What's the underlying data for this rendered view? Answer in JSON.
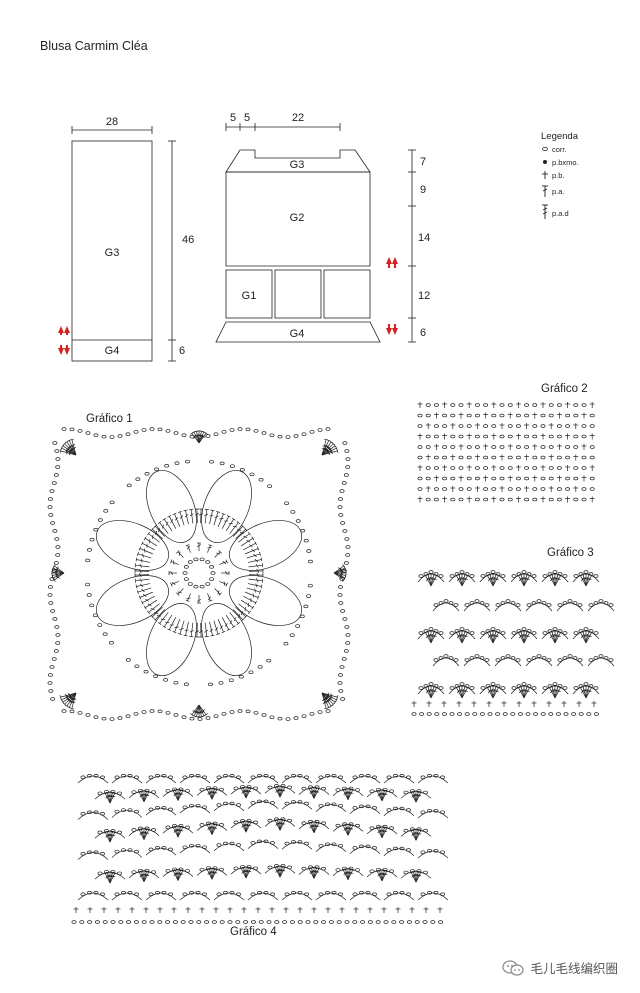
{
  "title": "Blusa Carmim Cléa",
  "colors": {
    "line": "#222222",
    "arrow": "#d42020"
  },
  "panel_left": {
    "width_label": "28",
    "height_label": "46",
    "bottom_label": "6",
    "body_label": "G3",
    "band_label": "G4"
  },
  "panel_right": {
    "top_labels": [
      "5",
      "5",
      "22"
    ],
    "section_labels": [
      "G3",
      "G2",
      "G1",
      "G4"
    ],
    "side_measures": [
      "7",
      "9",
      "14",
      "12",
      "6"
    ]
  },
  "legend": {
    "title": "Legenda",
    "items": [
      {
        "symbol": "chain-icon",
        "label": "corr."
      },
      {
        "symbol": "slip-stitch-icon",
        "label": "p.bxmo."
      },
      {
        "symbol": "single-crochet-icon",
        "label": "p.b."
      },
      {
        "symbol": "double-crochet-icon",
        "label": "p.a."
      },
      {
        "symbol": "treble-crochet-icon",
        "label": "p.a.d"
      }
    ]
  },
  "charts": {
    "g1": "Gráfico 1",
    "g2": "Gráfico 2",
    "g3": "Gráfico 3",
    "g4": "Gráfico 4"
  },
  "watermark": "毛儿毛线编织圈"
}
